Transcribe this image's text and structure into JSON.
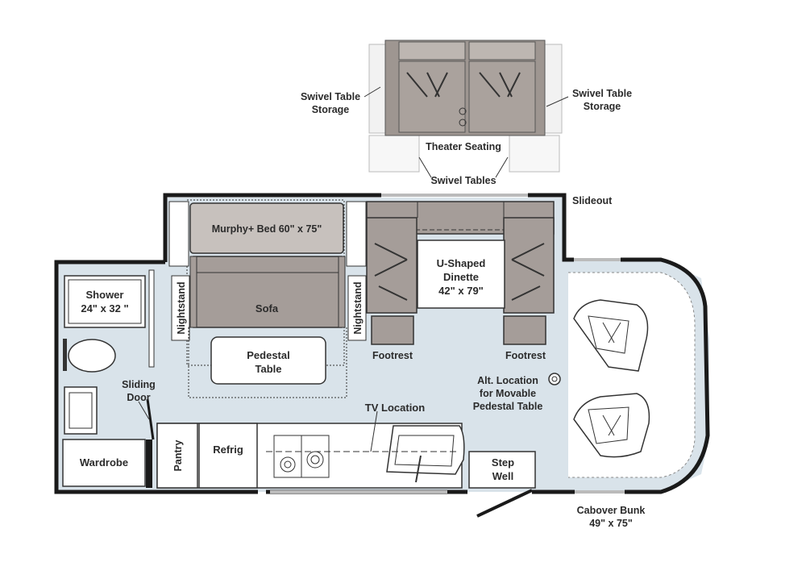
{
  "labels": {
    "swivel_storage_left_1": "Swivel Table",
    "swivel_storage_left_2": "Storage",
    "swivel_storage_right_1": "Swivel Table",
    "swivel_storage_right_2": "Storage",
    "theater_seating": "Theater Seating",
    "swivel_tables": "Swivel Tables",
    "slideout": "Slideout",
    "murphy_bed": "Murphy+ Bed 60\" x 75\"",
    "sofa": "Sofa",
    "nightstand_left": "Nightstand",
    "nightstand_right": "Nightstand",
    "pedestal_table_1": "Pedestal",
    "pedestal_table_2": "Table",
    "dinette_1": "U-Shaped",
    "dinette_2": "Dinette",
    "dinette_3": "42\" x 79\"",
    "footrest_left": "Footrest",
    "footrest_right": "Footrest",
    "shower_1": "Shower",
    "shower_2": "24\" x 32 \"",
    "sliding_door_1": "Sliding",
    "sliding_door_2": "Door",
    "alt_location_1": "Alt. Location",
    "alt_location_2": "for Movable",
    "alt_location_3": "Pedestal Table",
    "tv_location": "TV Location",
    "wardrobe": "Wardrobe",
    "pantry": "Pantry",
    "refrig": "Refrig",
    "step_well_1": "Step",
    "step_well_2": "Well",
    "cabover_1": "Cabover Bunk",
    "cabover_2": "49\" x 75\""
  },
  "colors": {
    "floor": "#d9e3ea",
    "furniture": "#a59d99",
    "furniture_light": "#c7c1bd",
    "wall": "#1a1a1a",
    "cabinet": "#ffffff"
  }
}
